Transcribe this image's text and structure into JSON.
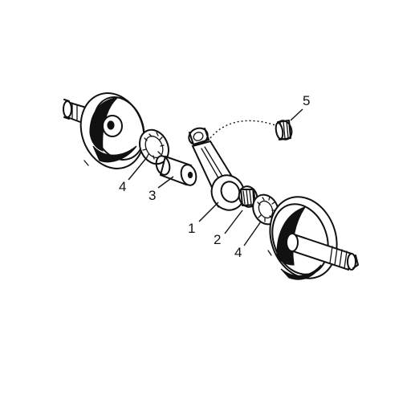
{
  "callouts": {
    "c1": "1",
    "c2": "2",
    "c3": "3",
    "c4_left": "4",
    "c4_right": "4",
    "c5": "5"
  }
}
